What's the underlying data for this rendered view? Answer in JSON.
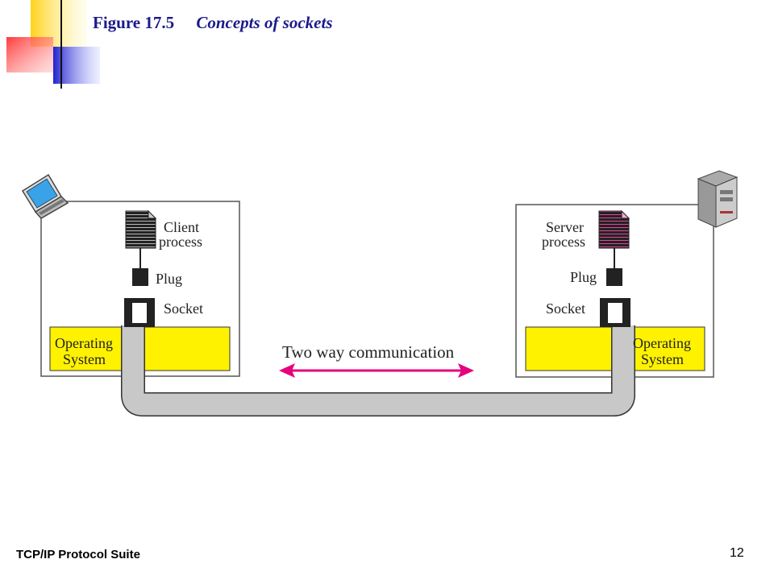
{
  "slide": {
    "figure_number": "Figure 17.5",
    "figure_caption": "Concepts of sockets",
    "footer_text": "TCP/IP Protocol Suite",
    "page_number": "12"
  },
  "diagram": {
    "client": {
      "process_line1": "Client",
      "process_line2": "process",
      "plug_label": "Plug",
      "socket_label": "Socket",
      "os_line1": "Operating",
      "os_line2": "System"
    },
    "server": {
      "process_line1": "Server",
      "process_line2": "process",
      "plug_label": "Plug",
      "socket_label": "Socket",
      "os_line1": "Operating",
      "os_line2": "System"
    },
    "communication_label": "Two way communication"
  },
  "colors": {
    "title": "#1a1a8c",
    "os_fill": "#fff200",
    "arrow": "#e6007e",
    "server_doc": "#e0479a",
    "pipe": "#c8c8c8"
  },
  "icons": {
    "client_machine": "laptop-icon",
    "server_machine": "server-tower-icon",
    "client_document": "document-icon",
    "server_document": "document-icon"
  }
}
